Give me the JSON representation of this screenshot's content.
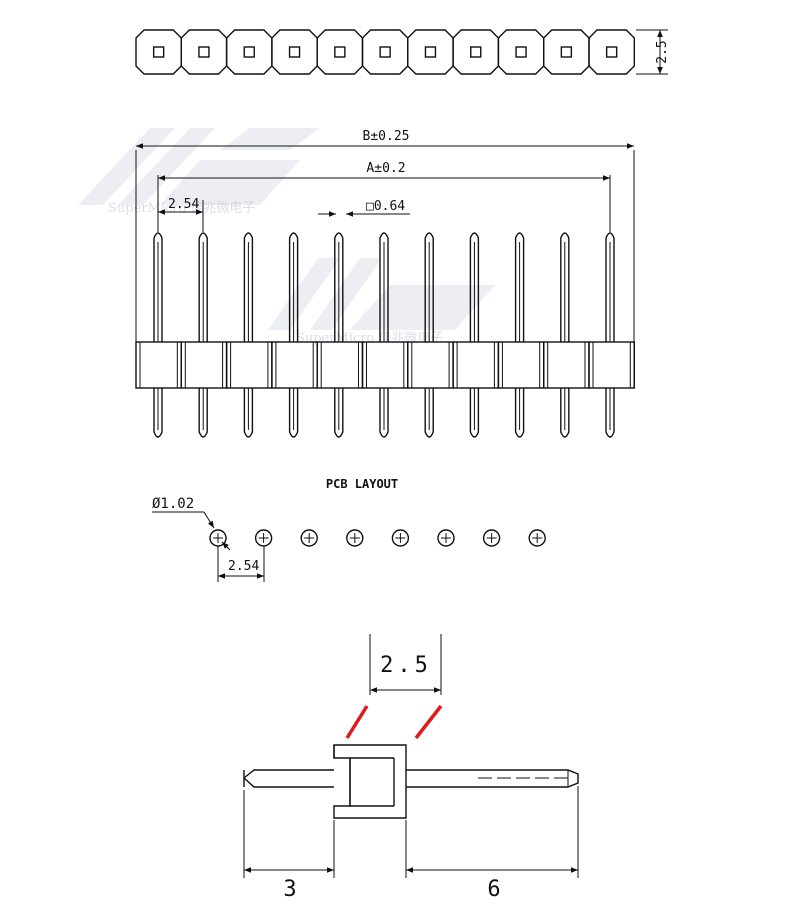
{
  "watermark": {
    "brand_text": "SuperMicro 佳兆微电子",
    "color": "#8c96b4"
  },
  "top_view": {
    "pin_count": 11,
    "height_dim": "2.5"
  },
  "front_view": {
    "dim_b": "B±0.25",
    "dim_a": "A±0.2",
    "pitch": "2.54",
    "pin_size": "□0.64",
    "pin_count": 11
  },
  "pcb_layout": {
    "title": "PCB LAYOUT",
    "hole_dia": "Ø1.02",
    "pitch": "2.54",
    "hole_count": 8
  },
  "side_view": {
    "body_width": "2.5",
    "tail_length": "3",
    "pin_length": "6",
    "highlight_color": "#e0191b"
  }
}
